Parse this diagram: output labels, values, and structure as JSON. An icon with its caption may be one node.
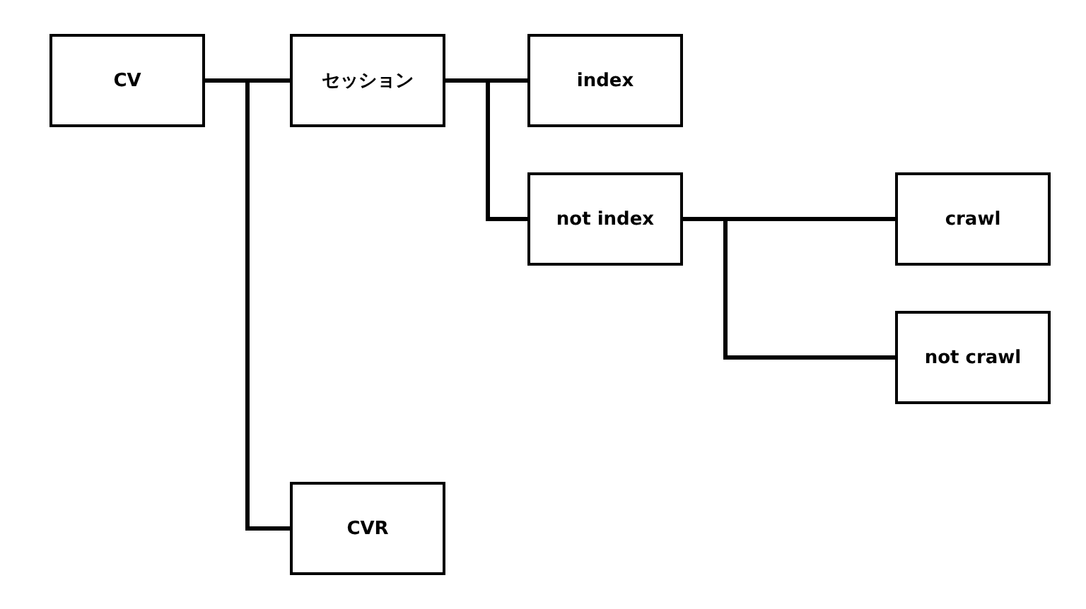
{
  "diagram": {
    "nodes": [
      {
        "text": [
          "CV"
        ]
      },
      {
        "text": [
          "セッション"
        ]
      },
      {
        "text": [
          "index"
        ]
      },
      {
        "text": [
          "not index"
        ]
      },
      {
        "text": [
          "crawl"
        ]
      },
      {
        "text": [
          "not crawl"
        ]
      },
      {
        "text": [
          "CVR"
        ]
      }
    ],
    "edges": [
      {
        "from": 0,
        "to": 1,
        "arrow": "none"
      },
      {
        "from": 0,
        "to": 6,
        "arrow": "none"
      },
      {
        "from": 1,
        "to": 2,
        "arrow": "none"
      },
      {
        "from": 1,
        "to": 3,
        "arrow": "none"
      },
      {
        "from": 3,
        "to": 4,
        "arrow": "none"
      },
      {
        "from": 3,
        "to": 5,
        "arrow": "none"
      }
    ]
  }
}
